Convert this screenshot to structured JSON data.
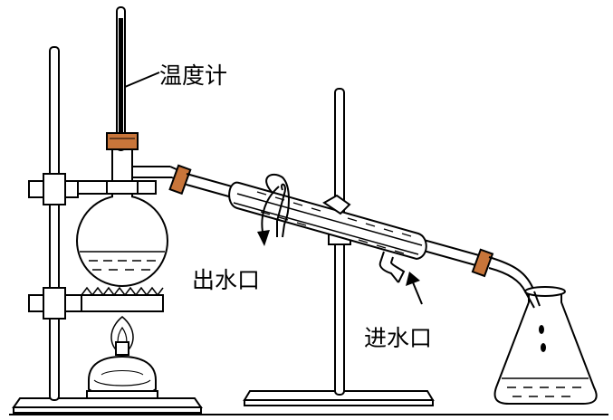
{
  "labels": {
    "thermometer": "温度计",
    "water_outlet": "出水口",
    "water_inlet": "进水口"
  },
  "colors": {
    "stroke": "#000000",
    "background": "#ffffff",
    "stopper": "#c8753a",
    "stopper_alt": "#d78a4e"
  }
}
